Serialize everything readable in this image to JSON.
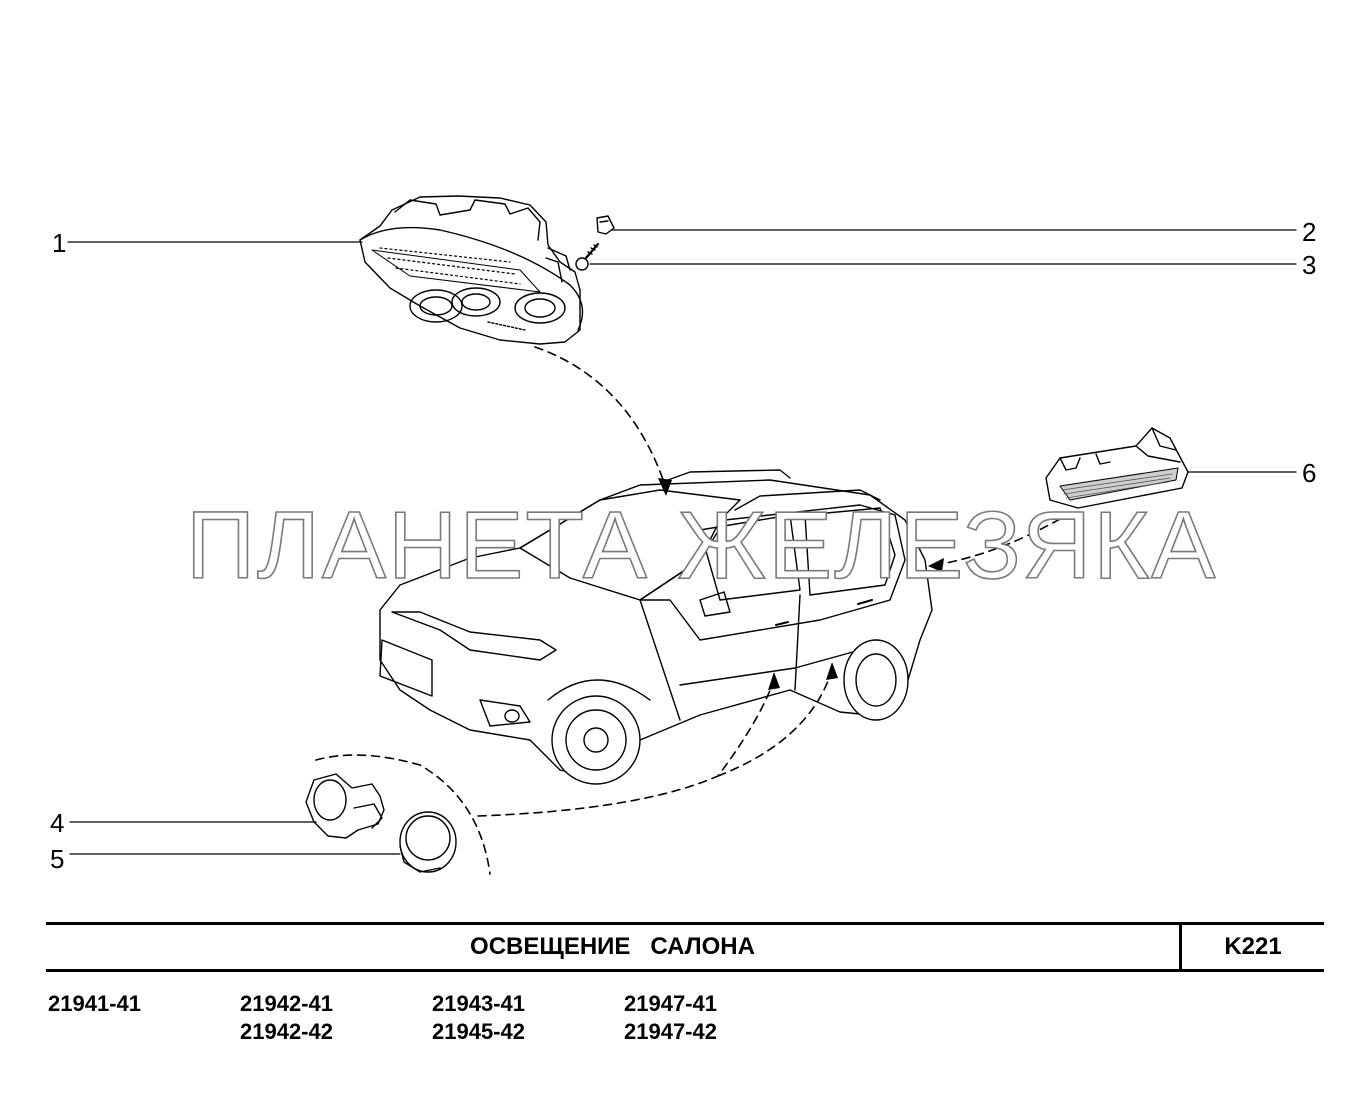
{
  "diagram": {
    "watermark": "ПЛАНЕТА ЖЕЛЕЗЯКА",
    "callouts": [
      "1",
      "2",
      "3",
      "4",
      "5",
      "6"
    ]
  },
  "title_block": {
    "title": "ОСВЕЩЕНИЕ   САЛОНА",
    "code": "K221"
  },
  "models": {
    "col1": [
      "21941-41"
    ],
    "col2": [
      "21942-41",
      "21942-42"
    ],
    "col3": [
      "21943-41",
      "21945-42"
    ],
    "col4": [
      "21947-41",
      "21947-42"
    ]
  }
}
